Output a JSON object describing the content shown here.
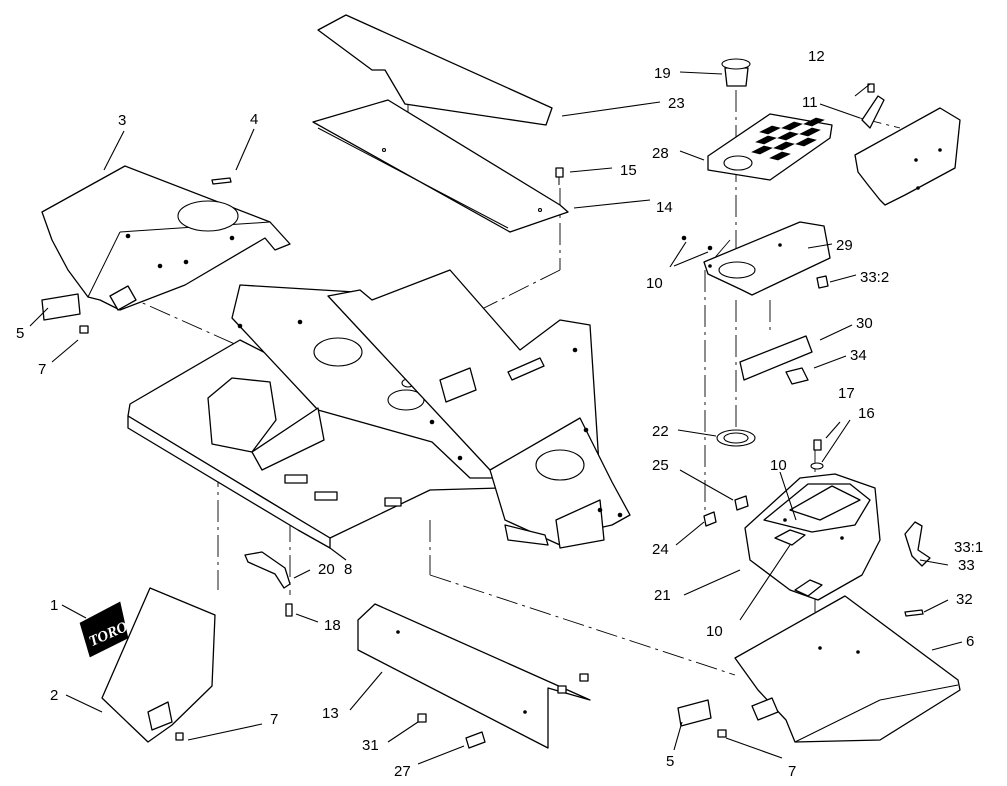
{
  "diagram": {
    "callouts": {
      "c1": "1",
      "c2": "2",
      "c3": "3",
      "c4": "4",
      "c5a": "5",
      "c5b": "5",
      "c6": "6",
      "c7a": "7",
      "c7b": "7",
      "c7c": "7",
      "c8": "8",
      "c10a": "10",
      "c10b": "10",
      "c10c": "10",
      "c11": "11",
      "c12": "12",
      "c13": "13",
      "c14": "14",
      "c15": "15",
      "c16": "16",
      "c17": "17",
      "c18": "18",
      "c19": "19",
      "c20": "20",
      "c21": "21",
      "c22": "22",
      "c23": "23",
      "c24": "24",
      "c25": "25",
      "c27": "27",
      "c28": "28",
      "c29": "29",
      "c30": "30",
      "c31": "31",
      "c32": "32",
      "c33_1": "33:1",
      "c33": "33",
      "c33_2": "33:2",
      "c34": "34"
    },
    "decal_logo_text": "TORO"
  }
}
